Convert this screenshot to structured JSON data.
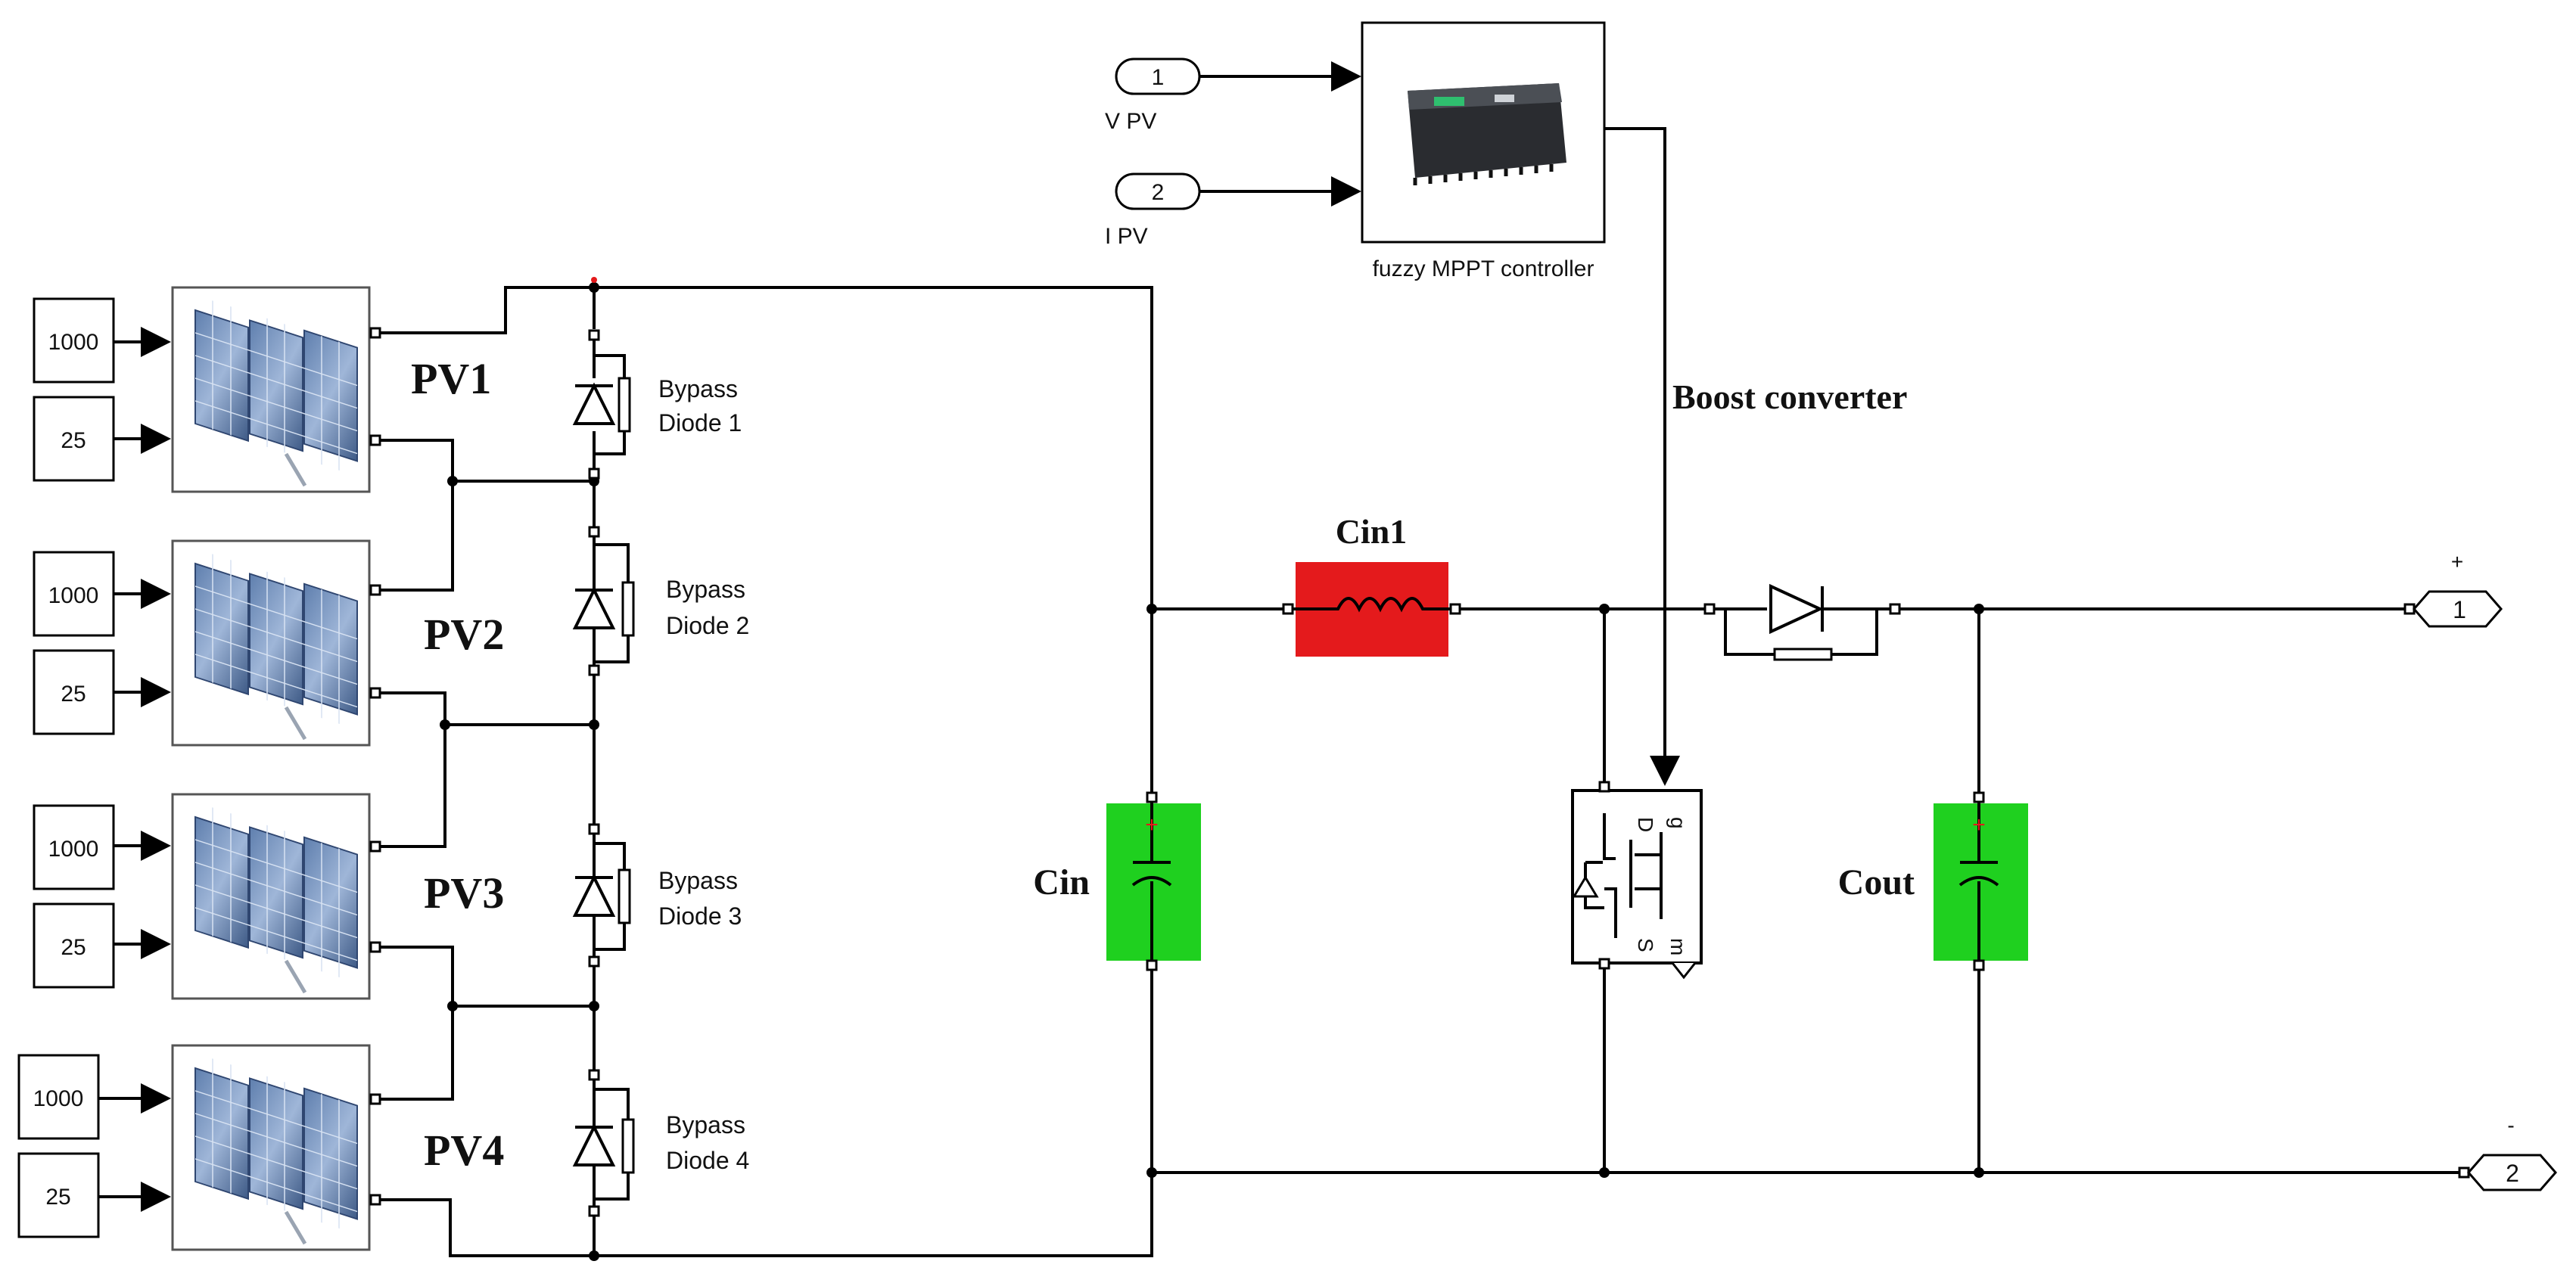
{
  "pv_arrays": [
    {
      "label": "PV1",
      "irradiance": "1000",
      "temperature": "25",
      "bypass_line1": "Bypass",
      "bypass_line2": "Diode 1"
    },
    {
      "label": "PV2",
      "irradiance": "1000",
      "temperature": "25",
      "bypass_line1": "Bypass",
      "bypass_line2": "Diode 2"
    },
    {
      "label": "PV3",
      "irradiance": "1000",
      "temperature": "25",
      "bypass_line1": "Bypass",
      "bypass_line2": "Diode 3"
    },
    {
      "label": "PV4",
      "irradiance": "1000",
      "temperature": "25",
      "bypass_line1": "Bypass",
      "bypass_line2": "Diode 4"
    }
  ],
  "inports": [
    {
      "number": "1",
      "label": "V PV"
    },
    {
      "number": "2",
      "label": "I PV"
    }
  ],
  "controller": {
    "label": "fuzzy MPPT controller"
  },
  "boost": {
    "label": "Boost converter"
  },
  "components": {
    "cin": "Cin",
    "cin1": "Cin1",
    "cout": "Cout"
  },
  "mosfet_ports": {
    "d": "D",
    "s": "S",
    "g": "g",
    "m": "m"
  },
  "outports": [
    {
      "number": "1",
      "sign": "+"
    },
    {
      "number": "2",
      "sign": "-"
    }
  ],
  "colors": {
    "inductor": "#e41a1c",
    "capacitor": "#1fd01f"
  }
}
